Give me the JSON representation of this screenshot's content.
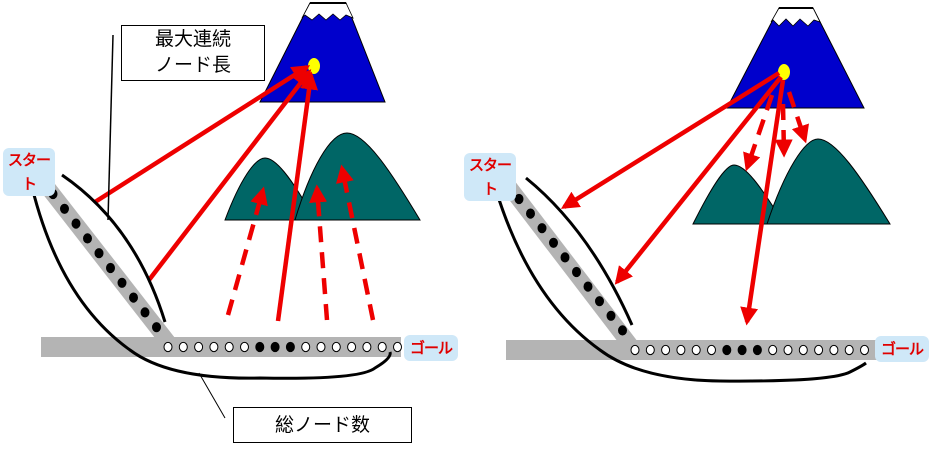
{
  "left_panel": {
    "label_max_continuous": "最大連続\nノード長",
    "label_max_line1": "最大連続",
    "label_max_line2": "ノード長",
    "label_total_nodes": "総ノード数",
    "start_label": "スタート",
    "goal_label": "ゴール",
    "diagonal_nodes": [
      "filled",
      "filled",
      "filled",
      "filled",
      "filled",
      "filled",
      "filled",
      "filled",
      "filled",
      "filled"
    ],
    "horizontal_nodes": [
      "empty",
      "empty",
      "empty",
      "empty",
      "empty",
      "empty",
      "filled",
      "filled",
      "filled",
      "empty",
      "empty",
      "empty",
      "empty",
      "empty",
      "empty",
      "empty"
    ]
  },
  "right_panel": {
    "start_label": "スタート",
    "goal_label": "ゴール",
    "diagonal_nodes": [
      "filled",
      "filled",
      "filled",
      "filled",
      "filled",
      "filled",
      "filled",
      "filled",
      "filled",
      "filled"
    ],
    "horizontal_nodes": [
      "empty",
      "empty",
      "empty",
      "empty",
      "empty",
      "empty",
      "filled",
      "filled",
      "filled",
      "empty",
      "empty",
      "empty",
      "empty",
      "empty",
      "empty",
      "empty"
    ]
  },
  "colors": {
    "mountain_fuji": "#0000cc",
    "snow": "#ffffff",
    "hills": "#006666",
    "arrow": "#ee0000",
    "peak_dot": "#ffff00",
    "track": "#b4b4b4",
    "tag_bg": "#cfe8f8",
    "tag_text": "#e00000"
  }
}
